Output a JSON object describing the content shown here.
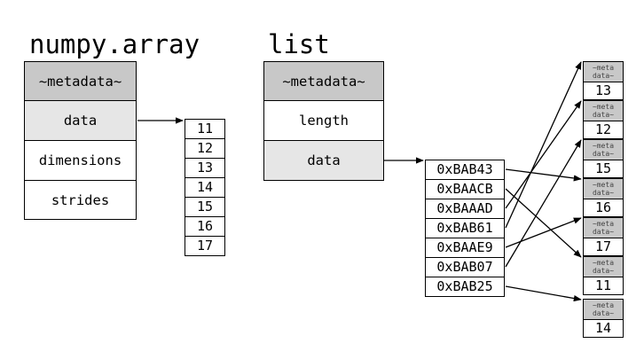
{
  "numpy": {
    "title": "numpy.array",
    "fields": [
      "~metadata~",
      "data",
      "dimensions",
      "strides"
    ],
    "values": [
      "11",
      "12",
      "13",
      "14",
      "15",
      "16",
      "17"
    ]
  },
  "list": {
    "title": "list",
    "fields": [
      "~metadata~",
      "length",
      "data"
    ],
    "pointers": [
      "0xBAB43",
      "0xBAACB",
      "0xBAAAD",
      "0xBAB61",
      "0xBAAE9",
      "0xBAB07",
      "0xBAB25"
    ],
    "objects": [
      {
        "meta": [
          "~meta",
          "data~"
        ],
        "value": "13"
      },
      {
        "meta": [
          "~meta",
          "data~"
        ],
        "value": "12"
      },
      {
        "meta": [
          "~meta",
          "data~"
        ],
        "value": "15"
      },
      {
        "meta": [
          "~meta",
          "data~"
        ],
        "value": "16"
      },
      {
        "meta": [
          "~meta",
          "data~"
        ],
        "value": "17"
      },
      {
        "meta": [
          "~meta",
          "data~"
        ],
        "value": "11"
      },
      {
        "meta": [
          "~meta",
          "data~"
        ],
        "value": "14"
      }
    ],
    "pointer_targets": [
      3,
      5,
      1,
      0,
      4,
      2,
      6
    ]
  }
}
